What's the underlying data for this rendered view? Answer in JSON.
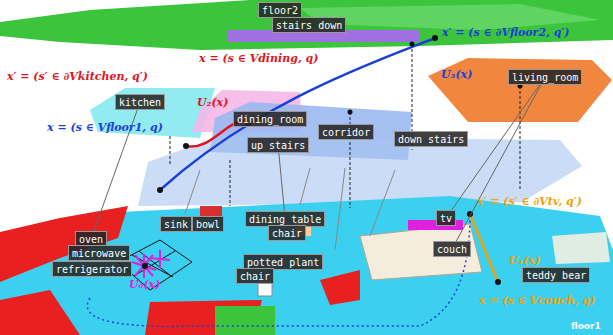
{
  "diagram": {
    "nodes": [
      {
        "text": [
          "floor2"
        ]
      },
      {
        "text": [
          "stairs down"
        ]
      },
      {
        "text": [
          "kitchen"
        ]
      },
      {
        "text": [
          "dining_room"
        ]
      },
      {
        "text": [
          "living_room"
        ]
      },
      {
        "text": [
          "corridor"
        ]
      },
      {
        "text": [
          "down stairs"
        ]
      },
      {
        "text": [
          "up stairs"
        ]
      },
      {
        "text": [
          "oven"
        ]
      },
      {
        "text": [
          "microwave"
        ]
      },
      {
        "text": [
          "refrigerator"
        ]
      },
      {
        "text": [
          "sink"
        ]
      },
      {
        "text": [
          "bowl"
        ]
      },
      {
        "text": [
          "dining table"
        ]
      },
      {
        "text": [
          "chair"
        ]
      },
      {
        "text": [
          "potted plant"
        ]
      },
      {
        "text": [
          "chair"
        ]
      },
      {
        "text": [
          "tv"
        ]
      },
      {
        "text": [
          "couch"
        ]
      },
      {
        "text": [
          "teddy bear"
        ]
      },
      {
        "text": [
          "floor1"
        ]
      }
    ],
    "edges": [
      {
        "from": 2,
        "to": 8,
        "arrow": "none"
      },
      {
        "from": 7,
        "to": 13,
        "arrow": "none"
      },
      {
        "from": 4,
        "to": 17,
        "arrow": "none"
      },
      {
        "from": 4,
        "to": 18,
        "arrow": "none"
      }
    ],
    "labels": [
      "x′ = (s ∈ ∂Vfloor2, q′)",
      "x = (s ∈ Vdining, q)",
      "x′ = (s′ ∈ ∂Vkitchen, q′)",
      "U₂(x)",
      "U₃(x)",
      "x = (s ∈ Vfloor1, q)",
      "x′ = (s′ ∈ ∂Vtv, q′)",
      "U₁(x)",
      "x = (s ∈ Vcouch, q)",
      "U₀(x)"
    ]
  }
}
